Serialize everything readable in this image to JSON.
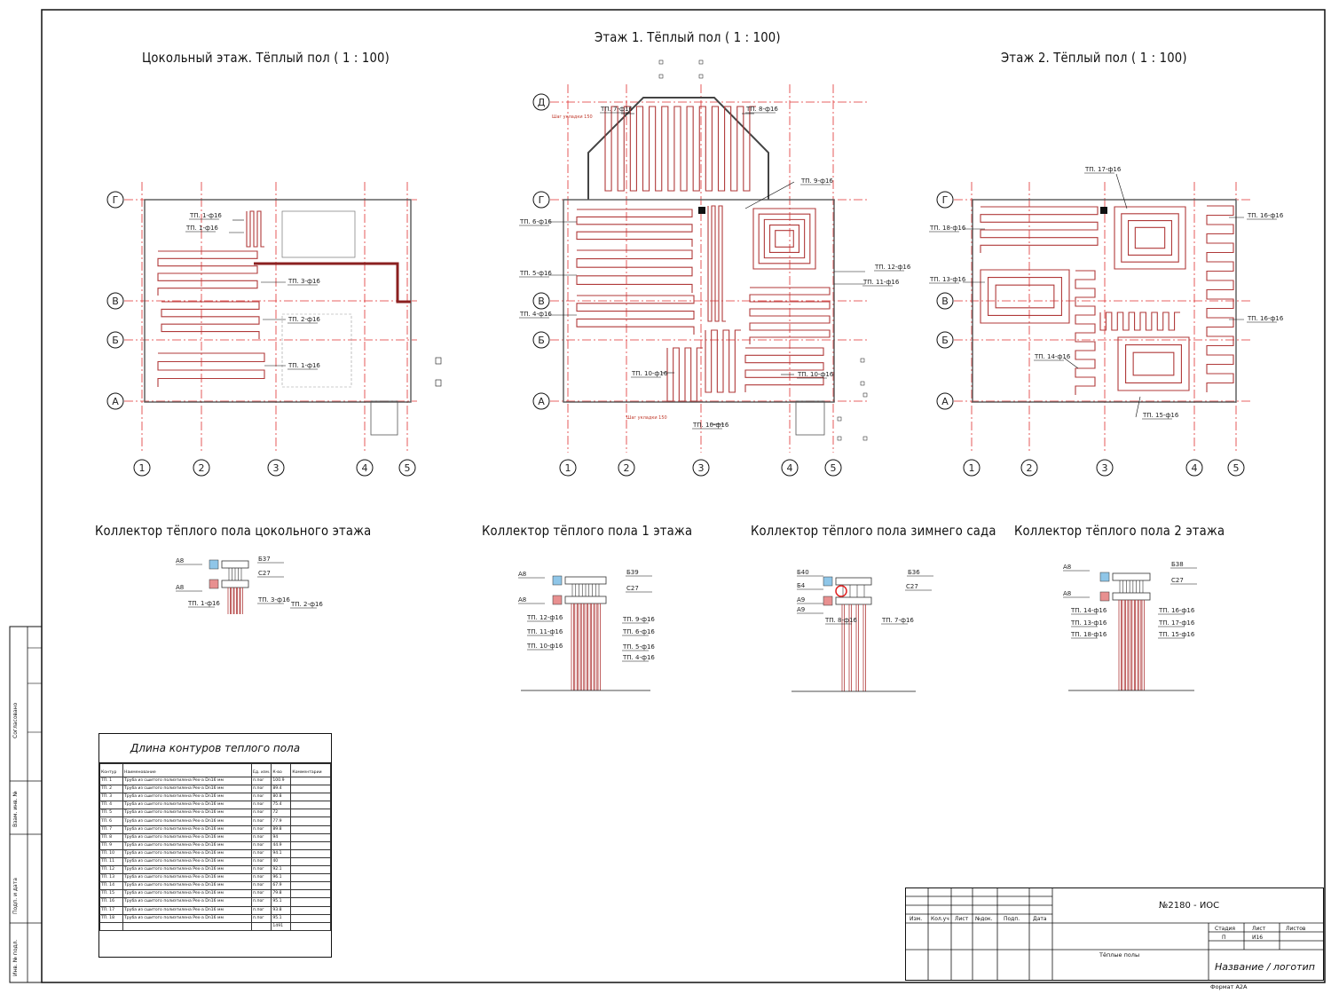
{
  "titles": {
    "basement": "Цокольный этаж. Тёплый пол ( 1 : 100)",
    "floor1": "Этаж 1. Тёплый пол ( 1 : 100)",
    "floor2": "Этаж 2. Тёплый пол ( 1 : 100)",
    "coll_basement": "Коллектор тёплого пола цокольного этажа",
    "coll_floor1": "Коллектор тёплого пола 1 этажа",
    "coll_garden": "Коллектор тёплого пола зимнего сада",
    "coll_floor2": "Коллектор тёплого пола 2 этажа"
  },
  "axes": {
    "rows": [
      "Д",
      "Г",
      "В",
      "Б",
      "А"
    ],
    "cols": [
      "1",
      "2",
      "3",
      "4",
      "5"
    ]
  },
  "plan_labels": {
    "basement": [
      "ТП. 1-ф16",
      "ТП. 1-ф16",
      "ТП. 3-ф16",
      "ТП. 2-ф16",
      "ТП. 1-ф16"
    ],
    "floor1": [
      "ТП. 7-ф16",
      "ТП. 8-ф16",
      "ТП. 9-ф16",
      "ТП. 6-ф16",
      "ТП. 5-ф16",
      "ТП. 4-ф16",
      "ТП. 12-ф16",
      "ТП. 11-ф16",
      "ТП. 10-ф16",
      "ТП. 10-ф16",
      "ТП. 10-ф16"
    ],
    "floor2": [
      "ТП. 17-ф16",
      "ТП. 16-ф16",
      "ТП. 18-ф16",
      "ТП. 13-ф16",
      "ТП. 16-ф16",
      "ТП. 14-ф16",
      "ТП. 15-ф16"
    ],
    "step": "Шаг укладки 150"
  },
  "collectors": {
    "basement": {
      "left": [
        "А8",
        "А8",
        "ТП. 1-ф16"
      ],
      "right": [
        "Б37",
        "С27",
        "ТП. 3-ф16",
        "ТП. 2-ф16"
      ]
    },
    "floor1": {
      "left": [
        "А8",
        "А8",
        "ТП. 12-ф16",
        "ТП. 11-ф16",
        "ТП. 10-ф16"
      ],
      "right": [
        "Б39",
        "С27",
        "ТП. 9-ф16",
        "ТП. 6-ф16",
        "ТП. 5-ф16",
        "ТП. 4-ф16"
      ]
    },
    "garden": {
      "left": [
        "Б40",
        "Б4",
        "А9",
        "А9",
        "ТП. 8-ф16"
      ],
      "right": [
        "Б36",
        "С27",
        "ТП. 7-ф16"
      ]
    },
    "floor2": {
      "left": [
        "А8",
        "А8",
        "ТП. 14-ф16",
        "ТП. 13-ф16",
        "ТП. 18-ф16"
      ],
      "right": [
        "Б38",
        "С27",
        "ТП. 16-ф16",
        "ТП. 17-ф16",
        "ТП. 15-ф16"
      ]
    }
  },
  "contour_table": {
    "title": "Длина контуров теплого пола",
    "headers": [
      "Контур",
      "Наименование",
      "Ед. изм.",
      "К-во",
      "Комментарии"
    ],
    "rows": [
      [
        "ТП. 1",
        "Труба из сшитого полиэтилена Pex-a Dn16 мм",
        "п.пог",
        "100.9"
      ],
      [
        "ТП. 2",
        "Труба из сшитого полиэтилена Pex-a Dn16 мм",
        "п.пог",
        "89.4"
      ],
      [
        "ТП. 3",
        "Труба из сшитого полиэтилена Pex-a Dn16 мм",
        "п.пог",
        "80.8"
      ],
      [
        "ТП. 4",
        "Труба из сшитого полиэтилена Pex-a Dn16 мм",
        "п.пог",
        "75.4"
      ],
      [
        "ТП. 5",
        "Труба из сшитого полиэтилена Pex-a Dn16 мм",
        "п.пог",
        "72"
      ],
      [
        "ТП. 6",
        "Труба из сшитого полиэтилена Pex-a Dn16 мм",
        "п.пог",
        "77.9"
      ],
      [
        "ТП. 7",
        "Труба из сшитого полиэтилена Pex-a Dn16 мм",
        "п.пог",
        "89.8"
      ],
      [
        "ТП. 8",
        "Труба из сшитого полиэтилена Pex-a Dn16 мм",
        "п.пог",
        "94"
      ],
      [
        "ТП. 9",
        "Труба из сшитого полиэтилена Pex-a Dn16 мм",
        "п.пог",
        "44.9"
      ],
      [
        "ТП. 10",
        "Труба из сшитого полиэтилена Pex-a Dn16 мм",
        "п.пог",
        "94.1"
      ],
      [
        "ТП. 11",
        "Труба из сшитого полиэтилена Pex-a Dn16 мм",
        "п.пог",
        "40"
      ],
      [
        "ТП. 12",
        "Труба из сшитого полиэтилена Pex-a Dn16 мм",
        "п.пог",
        "92.1"
      ],
      [
        "ТП. 13",
        "Труба из сшитого полиэтилена Pex-a Dn16 мм",
        "п.пог",
        "96.1"
      ],
      [
        "ТП. 14",
        "Труба из сшитого полиэтилена Pex-a Dn16 мм",
        "п.пог",
        "67.9"
      ],
      [
        "ТП. 15",
        "Труба из сшитого полиэтилена Pex-a Dn16 мм",
        "п.пог",
        "79.8"
      ],
      [
        "ТП. 16",
        "Труба из сшитого полиэтилена Pex-a Dn16 мм",
        "п.пог",
        "95.1"
      ],
      [
        "ТП. 17",
        "Труба из сшитого полиэтилена Pex-a Dn16 мм",
        "п.пог",
        "93.8"
      ],
      [
        "ТП. 18",
        "Труба из сшитого полиэтилена Pex-a Dn16 мм",
        "п.пог",
        "95.1"
      ]
    ],
    "total": "1491"
  },
  "title_block": {
    "code": "№2180 - ИОС",
    "heads": [
      "Изм.",
      "Кол.уч",
      "Лист",
      "№док.",
      "Подп.",
      "Дата"
    ],
    "sheet_name": "Тёплые полы",
    "stage_heads": [
      "Стадия",
      "Лист",
      "Листов"
    ],
    "stage_vals": [
      "П",
      "И16",
      ""
    ],
    "logo": "Название / логотип",
    "format": "Формат А2А"
  },
  "side_stamp": [
    "Согласовано",
    "Взам. инв. №",
    "Подп. и дата",
    "Инв. № подл."
  ],
  "colors": {
    "pipe": "#b03a3a",
    "axis": "#e03030",
    "ink": "#111111",
    "collector_blue": "#8fc6e8",
    "collector_red": "#e89090"
  }
}
